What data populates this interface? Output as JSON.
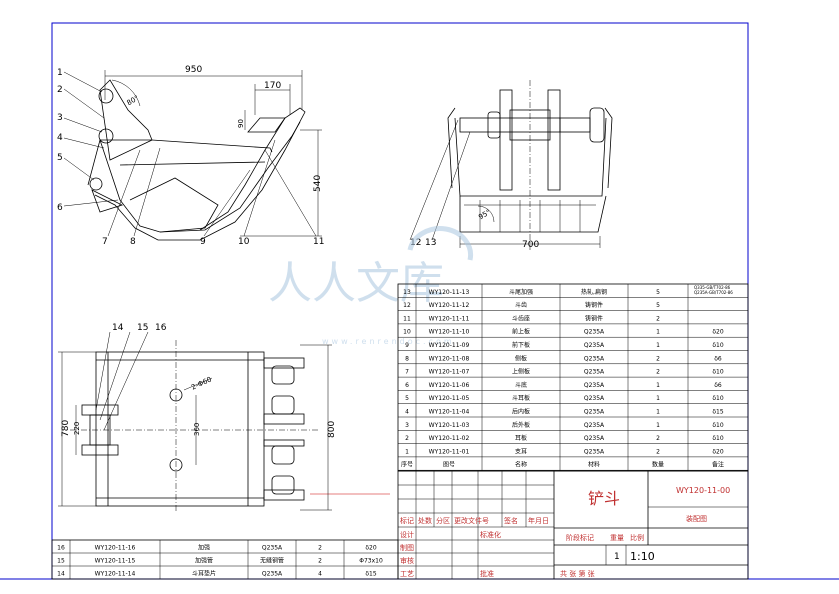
{
  "colors": {
    "frame": "#0000cc",
    "red_text": "#c03030",
    "watermark": "#a9c6e0"
  },
  "watermark": {
    "text": "人人文库",
    "url": "www.renrendoc.com"
  },
  "views": {
    "front": {
      "dims": {
        "width": "950",
        "offset_h": "170",
        "offset_v": "90",
        "height": "540",
        "angle": "80°"
      },
      "callouts": [
        "1",
        "2",
        "3",
        "4",
        "5",
        "6",
        "7",
        "8",
        "9",
        "10",
        "11"
      ]
    },
    "side": {
      "dims": {
        "width": "700",
        "angle": "95°"
      },
      "callouts": [
        "12",
        "13"
      ]
    },
    "top": {
      "dims": {
        "holes": "2-Φ60",
        "pitch": "360",
        "overall": "780",
        "inner": "220",
        "height": "800"
      },
      "callouts": [
        "14",
        "15",
        "16"
      ]
    }
  },
  "parts_table": {
    "headers": [
      "序号",
      "图号",
      "名称",
      "材料",
      "数量",
      "备注"
    ],
    "rows": [
      [
        "13",
        "WY120-11-13",
        "斗尾加强",
        "热轧,扁钢",
        "5",
        "Q335-GB/T702-86 Q235A-GB/T702-86"
      ],
      [
        "12",
        "WY120-11-12",
        "斗齿",
        "铸钢件",
        "5",
        ""
      ],
      [
        "11",
        "WY120-11-11",
        "斗齿座",
        "铸钢件",
        "2",
        ""
      ],
      [
        "10",
        "WY120-11-10",
        "前上板",
        "Q235A",
        "1",
        "δ20"
      ],
      [
        "9",
        "WY120-11-09",
        "前下板",
        "Q235A",
        "1",
        "δ10"
      ],
      [
        "8",
        "WY120-11-08",
        "侧板",
        "Q235A",
        "2",
        "δ6"
      ],
      [
        "7",
        "WY120-11-07",
        "上侧板",
        "Q235A",
        "2",
        "δ10"
      ],
      [
        "6",
        "WY120-11-06",
        "斗底",
        "Q235A",
        "1",
        "δ6"
      ],
      [
        "5",
        "WY120-11-05",
        "斗耳板",
        "Q235A",
        "1",
        "δ10"
      ],
      [
        "4",
        "WY120-11-04",
        "后内板",
        "Q235A",
        "1",
        "δ15"
      ],
      [
        "3",
        "WY120-11-03",
        "后外板",
        "Q235A",
        "1",
        "δ10"
      ],
      [
        "2",
        "WY120-11-02",
        "耳板",
        "Q235A",
        "2",
        "δ10"
      ],
      [
        "1",
        "WY120-11-01",
        "支耳",
        "Q235A",
        "2",
        "δ20"
      ]
    ]
  },
  "lower_table": {
    "rows": [
      [
        "16",
        "WY120-11-16",
        "加强",
        "Q235A",
        "2",
        "δ20"
      ],
      [
        "15",
        "WY120-11-15",
        "加强管",
        "无缝钢管",
        "2",
        "Φ73x10"
      ],
      [
        "14",
        "WY120-11-14",
        "斗耳垫片",
        "Q235A",
        "4",
        "δ15"
      ]
    ]
  },
  "title_block": {
    "title": "铲斗",
    "drawing_no": "WY120-11-00",
    "drawing_type": "装配图",
    "rev_row": [
      "标记",
      "处数",
      "分区",
      "更改文件号",
      "签名",
      "年月日"
    ],
    "sign_rows": [
      [
        "设计",
        "",
        "标准化"
      ],
      [
        "制图",
        "",
        ""
      ],
      [
        "审核",
        "",
        ""
      ],
      [
        "工艺",
        "",
        "批准"
      ]
    ],
    "stage_label": "阶段标记",
    "weight_label": "重量",
    "scale_label": "比例",
    "qty": "1",
    "scale": "1:10",
    "sheets": "共  张 第  张"
  }
}
